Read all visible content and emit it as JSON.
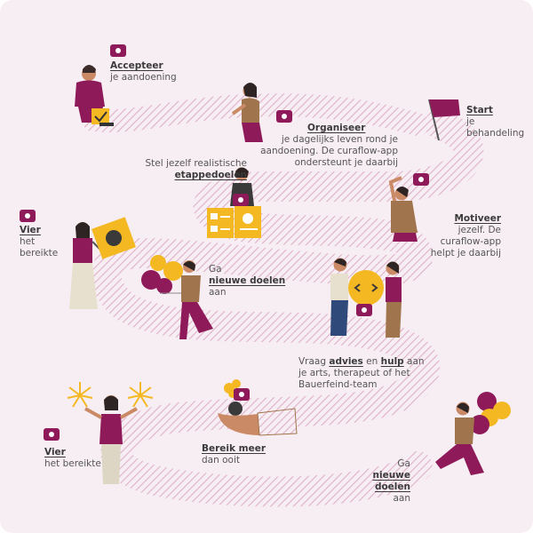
{
  "colors": {
    "background": "#f7eef3",
    "path_hatch": "#e3b9cf",
    "magenta": "#8e1a59",
    "yellow": "#f4b822",
    "brown": "#a0744c",
    "text": "#4a4a4a"
  },
  "steps": {
    "start": {
      "title": "Start",
      "line1": "je",
      "line2": "behandeling"
    },
    "organiseer": {
      "title": "Organiseer",
      "line1": "je dagelijks leven rond je",
      "line2": "aandoening. De curaflow-app",
      "line3": "ondersteunt je daarbij"
    },
    "accepteer": {
      "title": "Accepteer",
      "line1": "je aandoening"
    },
    "motiveer": {
      "title": "Motiveer",
      "line1": "jezelf. De",
      "line2": "curaflow-app",
      "line3": "helpt je daarbij"
    },
    "etappe": {
      "line1": "Stel jezelf realistische",
      "title": "etappedoelen"
    },
    "vier1": {
      "title": "Vier",
      "line1": "het",
      "line2": "bereikte"
    },
    "doelen1": {
      "line1": "Ga",
      "title": "nieuwe doelen",
      "line2": "aan"
    },
    "advies": {
      "pre": "Vraag",
      "w1": "advies",
      "mid": "en",
      "w2": "hulp",
      "post": "aan",
      "line2": "je arts, therapeut of het",
      "line3": "Bauerfeind-team"
    },
    "vier2": {
      "title": "Vier",
      "line1": "het bereikte"
    },
    "bereik": {
      "title": "Bereik meer",
      "line1": "dan ooit"
    },
    "doelen2": {
      "line1": "Ga",
      "title": "nieuwe doelen",
      "line2": "aan"
    }
  },
  "icons": [
    "app-badge-icon",
    "flag-icon",
    "checkbox-icon",
    "smiley-sign-icon",
    "balloons-icon",
    "code-balloon-icon",
    "fireworks-icon",
    "trophy-icon"
  ]
}
